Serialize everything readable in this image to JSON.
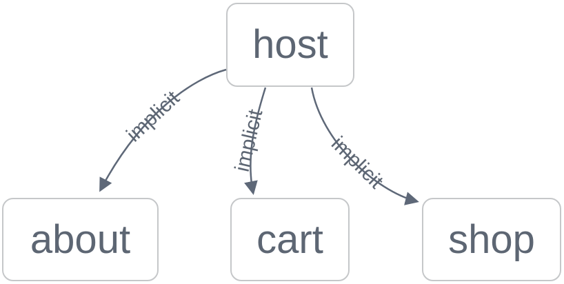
{
  "diagram": {
    "type": "flowchart",
    "nodes": [
      {
        "id": "host",
        "label": "host"
      },
      {
        "id": "about",
        "label": "about"
      },
      {
        "id": "cart",
        "label": "cart"
      },
      {
        "id": "shop",
        "label": "shop"
      }
    ],
    "edges": [
      {
        "from": "host",
        "to": "about",
        "label": "implicit"
      },
      {
        "from": "host",
        "to": "cart",
        "label": "implicit"
      },
      {
        "from": "host",
        "to": "shop",
        "label": "implicit"
      }
    ],
    "colors": {
      "edge": "#5e6878",
      "node_text": "#5d6673",
      "node_border": "#c5c7c9",
      "node_fill": "#ffffff",
      "background": "#ffffff"
    }
  }
}
